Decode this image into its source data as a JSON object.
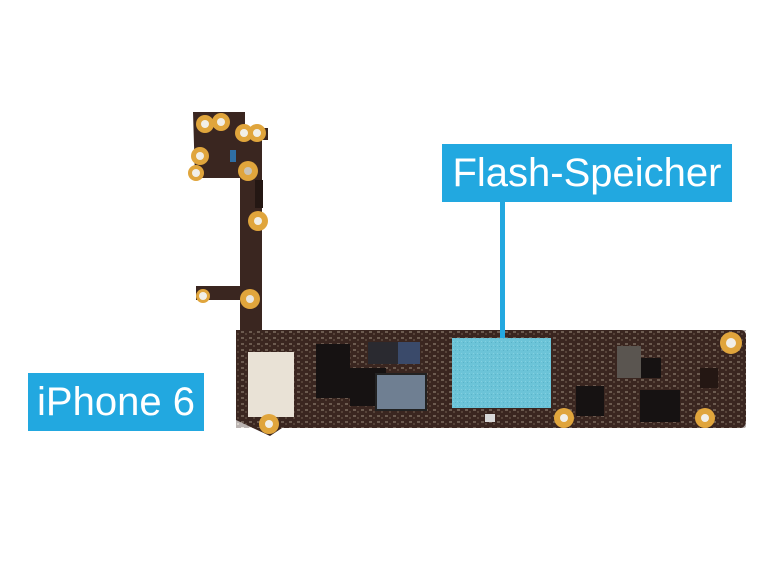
{
  "image": {
    "description": "iPhone 6 logic board on white background with annotation labels",
    "background": "#ffffff"
  },
  "labels": {
    "flash": {
      "text": "Flash-Speicher",
      "color": "#22a8e0"
    },
    "device": {
      "text": "iPhone 6",
      "color": "#22a8e0"
    }
  },
  "colors": {
    "pcb": "#3a2620",
    "pcb_dark": "#241713",
    "gold_pad": "#e0a53c",
    "flash_chip": "#6cc4d8",
    "shield_white": "#e9e2d6",
    "chip_black": "#161212",
    "chip_gray": "#6f7f92"
  }
}
